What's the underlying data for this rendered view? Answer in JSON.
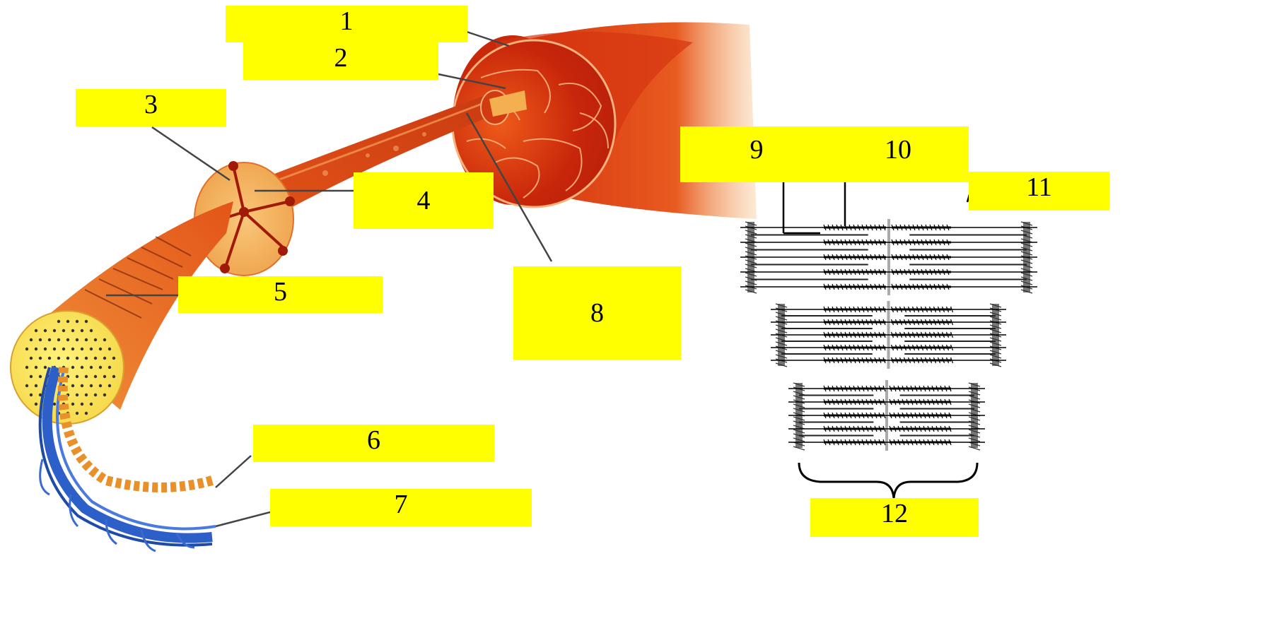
{
  "labels": [
    "1",
    "2",
    "3",
    "4",
    "5",
    "6",
    "7",
    "8",
    "9",
    "10",
    "11",
    "12"
  ],
  "colors": {
    "label_fill": "#ffff00",
    "muscle_dark": "#c62a06",
    "muscle_mid": "#e8560f",
    "muscle_light": "#f39a3a",
    "fascicle": "#f2b05c",
    "fibre_core": "#ffec66",
    "myofibril_blue": "#2d5fc8",
    "filament": "#000000"
  },
  "icons": {
    "muscle": "muscle-illustration",
    "sarcomere": "sarcomere-diagram"
  }
}
